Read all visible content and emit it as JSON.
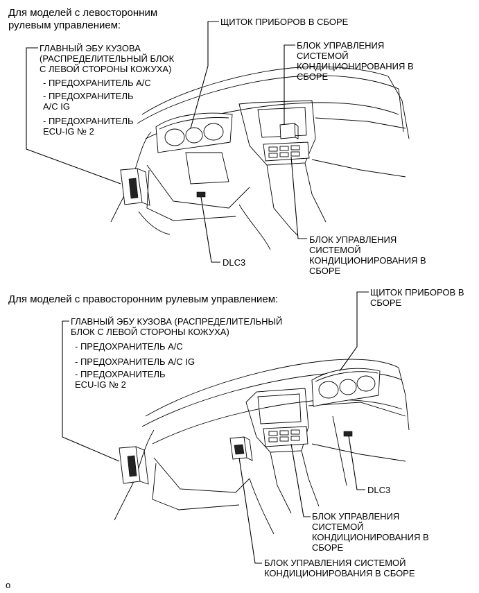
{
  "lhd": {
    "heading": "Для моделей с левосторонним\nрулевым управлением:",
    "body_ecu": "ГЛАВНЫЙ ЭБУ КУЗОВА\n(РАСПРЕДЕЛИТЕЛЬНЫЙ БЛОК\nС ЛЕВОЙ СТОРОНЫ КОЖУХА)",
    "fuse_ac": "- ПРЕДОХРАНИТЕЛЬ A/C",
    "fuse_ac_ig": "- ПРЕДОХРАНИТЕЛЬ\nA/C IG",
    "fuse_ecu_ig": "- ПРЕДОХРАНИТЕЛЬ\nECU-IG № 2",
    "combination_meter": "ЩИТОК ПРИБОРОВ В СБОРЕ",
    "ac_amplifier": "БЛОК УПРАВЛЕНИЯ\nСИСТЕМОЙ\nКОНДИЦИОНИРОВАНИЯ В\nСБОРЕ",
    "ac_control": "БЛОК УПРАВЛЕНИЯ\nСИСТЕМОЙ\nКОНДИЦИОНИРОВАНИЯ В\nСБОРЕ",
    "dlc3": "DLC3"
  },
  "rhd": {
    "heading": "Для моделей с правосторонним рулевым управлением:",
    "body_ecu": "ГЛАВНЫЙ ЭБУ КУЗОВА (РАСПРЕДЕЛИТЕЛЬНЫЙ\nБЛОК С ЛЕВОЙ СТОРОНЫ КОЖУХА)",
    "fuse_ac": "- ПРЕДОХРАНИТЕЛЬ A/C",
    "fuse_ac_ig": "- ПРЕДОХРАНИТЕЛЬ A/C IG",
    "fuse_ecu_ig": "- ПРЕДОХРАНИТЕЛЬ\nECU-IG № 2",
    "combination_meter": "ЩИТОК ПРИБОРОВ В\nСБОРЕ",
    "dlc3": "DLC3",
    "ac_control": "БЛОК УПРАВЛЕНИЯ\nСИСТЕМОЙ\nКОНДИЦИОНИРОВАНИЯ В\nСБОРЕ",
    "ac_amplifier": "БЛОК УПРАВЛЕНИЯ СИСТЕМОЙ\nКОНДИЦИОНИРОВАНИЯ В СБОРЕ"
  },
  "footer": {
    "code": "o"
  }
}
